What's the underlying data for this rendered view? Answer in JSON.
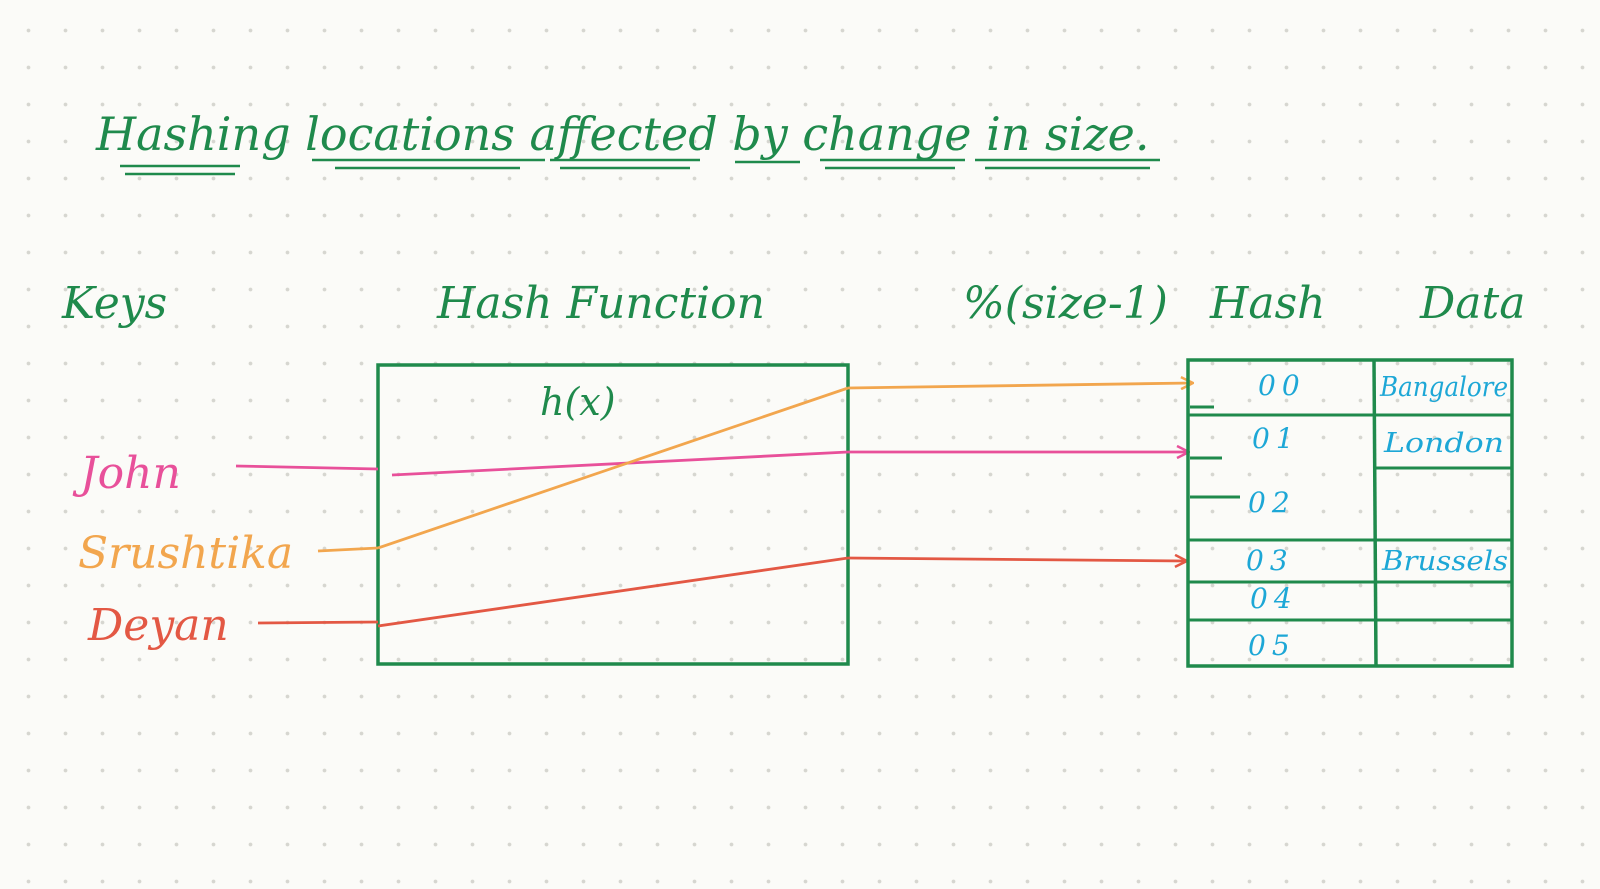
{
  "title": "Hashing locations affected by change in size.",
  "headers": {
    "keys": "Keys",
    "hash_function": "Hash Function",
    "modulo": "%(size-1)",
    "hash": "Hash",
    "data": "Data"
  },
  "function_label": "h(x)",
  "keys": [
    {
      "label": "John",
      "color": "#e8509a",
      "index": "01"
    },
    {
      "label": "Srushtika",
      "color": "#f2a64e",
      "index": "00"
    },
    {
      "label": "Deyan",
      "color": "#e35844",
      "index": "03"
    }
  ],
  "table": {
    "rows": [
      {
        "index": "00",
        "data": "Bangalore"
      },
      {
        "index": "01",
        "data": "London"
      },
      {
        "index": "02",
        "data": ""
      },
      {
        "index": "03",
        "data": "Brussels"
      },
      {
        "index": "04",
        "data": ""
      },
      {
        "index": "05",
        "data": ""
      }
    ]
  },
  "colors": {
    "ink_green": "#1f8a4c",
    "ink_blue": "#1da7d6",
    "john": "#e8509a",
    "srushtika": "#f2a64e",
    "deyan": "#e35844"
  }
}
